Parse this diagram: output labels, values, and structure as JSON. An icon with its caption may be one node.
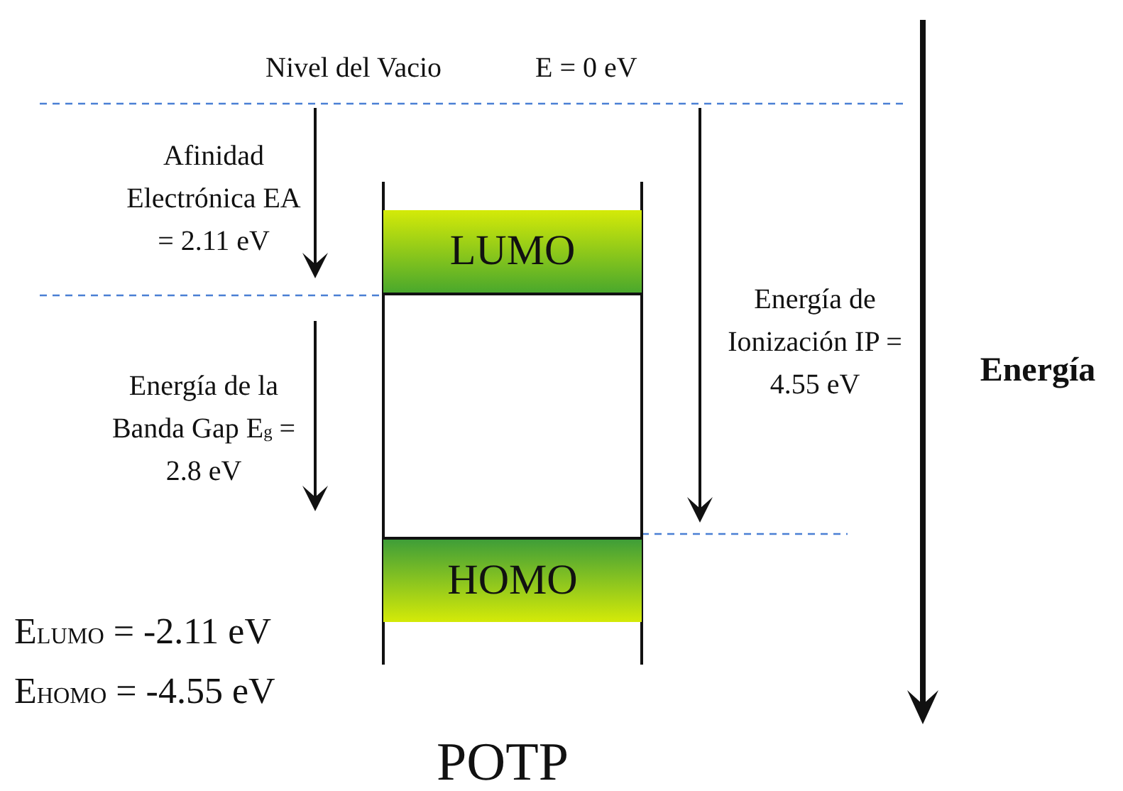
{
  "diagram": {
    "caption": "POTP",
    "nodes": [
      {
        "text": [
          "LUMO"
        ]
      },
      {
        "text": [
          "HOMO"
        ]
      }
    ],
    "labels": [
      "Nivel del Vacio",
      "E = 0 eV",
      "Afinidad Electrónica EA = 2.11 eV",
      "Energía de Ionización IP = 4.55 eV",
      "Energía",
      "Energía de la Banda Gap E$_{g}$ = 2.8 eV",
      "E$_{LUMO}$ = -2.11 eV",
      "E$_{HOMO}$ = -4.55 eV"
    ]
  }
}
